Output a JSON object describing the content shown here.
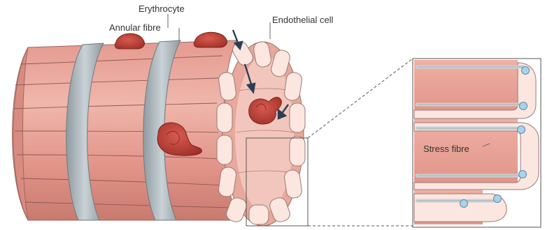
{
  "labels": {
    "erythrocyte": "Erythrocyte",
    "annular_fibre": "Annular fibre",
    "endothelial_cell": "Endothelial cell",
    "stress_fibre": "Stress fibre"
  },
  "colors": {
    "vessel_wall": "#e8a196",
    "vessel_light": "#f2c2b8",
    "vessel_shadow": "#c7776b",
    "erythrocyte": "#c0493f",
    "annular_fibre": "#b9c3c8",
    "endothelial_cell": "#fbe6e0",
    "cell_outline": "#9a7a74",
    "nucleus": "#a9d3ea",
    "arrow": "#2c3e55"
  },
  "icons": {
    "flow_arrow": "arrow-icon"
  }
}
